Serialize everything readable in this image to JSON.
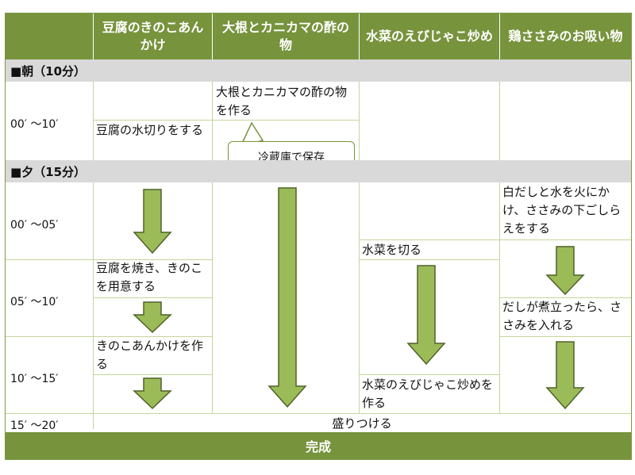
{
  "header": {
    "columns": [
      "豆腐のきのこあんかけ",
      "大根とカニカマの酢の物",
      "水菜のえびじゃこ炒め",
      "鶏ささみのお吸い物"
    ]
  },
  "sections": {
    "morning": "■朝（10分）",
    "evening": "■夕（15分）"
  },
  "times": {
    "m1": "00′ 〜10′",
    "e1": "00′ 〜05′",
    "e2": "05′ 〜10′",
    "e3": "10′ 〜15′",
    "e4": "15′ 〜20′"
  },
  "steps": {
    "daikon_make": "大根とカニカマの酢の物を作る",
    "tofu_drain": "豆腐の水切りをする",
    "callout_fridge": "冷蔵庫で保存",
    "tofu_bake": "豆腐を焼き、きのこを用意する",
    "kinoko_make": "きのこあんかけを作る",
    "mizuna_cut": "水菜を切る",
    "mizuna_make": "水菜のえびじゃこ炒めを作る",
    "dashi_heat": "白だしと水を火にかけ、ささみの下ごしらえをする",
    "dashi_boil": "だしが煮立ったら、ささみを入れる",
    "plate": "盛りつける"
  },
  "footer": {
    "done": "完成"
  },
  "colors": {
    "header_green": "#77933c",
    "arrow_fill": "#9bbb59",
    "arrow_stroke": "#4f6228",
    "section_gray": "#d9d9d9"
  }
}
